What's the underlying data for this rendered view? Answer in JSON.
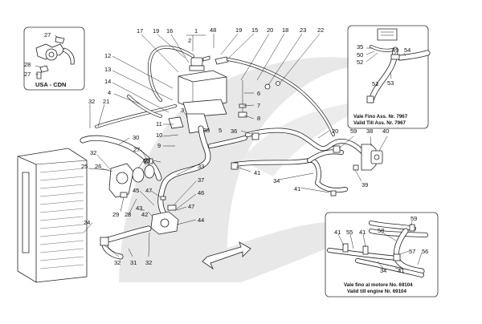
{
  "main_labels": [
    {
      "id": "c1",
      "text": "1"
    },
    {
      "id": "c2",
      "text": "2"
    },
    {
      "id": "c17",
      "text": "17"
    },
    {
      "id": "c19a",
      "text": "19"
    },
    {
      "id": "c16",
      "text": "16"
    },
    {
      "id": "c48",
      "text": "48"
    },
    {
      "id": "c19b",
      "text": "19"
    },
    {
      "id": "c15",
      "text": "15"
    },
    {
      "id": "c20a",
      "text": "20"
    },
    {
      "id": "c18",
      "text": "18"
    },
    {
      "id": "c23",
      "text": "23"
    },
    {
      "id": "c22",
      "text": "22"
    },
    {
      "id": "c12",
      "text": "12"
    },
    {
      "id": "c13",
      "text": "13"
    },
    {
      "id": "c14",
      "text": "14"
    },
    {
      "id": "c4",
      "text": "4"
    },
    {
      "id": "c32a",
      "text": "32"
    },
    {
      "id": "c21",
      "text": "21"
    },
    {
      "id": "c6",
      "text": "6"
    },
    {
      "id": "c7",
      "text": "7"
    },
    {
      "id": "c8",
      "text": "8"
    },
    {
      "id": "c3",
      "text": "3"
    },
    {
      "id": "c11",
      "text": "11"
    },
    {
      "id": "c35",
      "text": "35"
    },
    {
      "id": "c5",
      "text": "5"
    },
    {
      "id": "c36",
      "text": "36"
    },
    {
      "id": "c20b",
      "text": "20"
    },
    {
      "id": "c59",
      "text": "59"
    },
    {
      "id": "c38",
      "text": "38"
    },
    {
      "id": "c40",
      "text": "40"
    },
    {
      "id": "c10",
      "text": "10"
    },
    {
      "id": "c9",
      "text": "9"
    },
    {
      "id": "c30",
      "text": "30"
    },
    {
      "id": "c27",
      "text": "27"
    },
    {
      "id": "c28a",
      "text": "28"
    },
    {
      "id": "c32b",
      "text": "32"
    },
    {
      "id": "c60",
      "text": "60"
    },
    {
      "id": "c25",
      "text": "25"
    },
    {
      "id": "c26",
      "text": "26"
    },
    {
      "id": "c33",
      "text": "33"
    },
    {
      "id": "c41a",
      "text": "41"
    },
    {
      "id": "c34",
      "text": "34"
    },
    {
      "id": "c41b",
      "text": "41"
    },
    {
      "id": "c39",
      "text": "39"
    },
    {
      "id": "c37",
      "text": "37"
    },
    {
      "id": "c45",
      "text": "45"
    },
    {
      "id": "c47a",
      "text": "47"
    },
    {
      "id": "c46",
      "text": "46"
    },
    {
      "id": "c47b",
      "text": "47"
    },
    {
      "id": "c29",
      "text": "29"
    },
    {
      "id": "c28b",
      "text": "28"
    },
    {
      "id": "c42",
      "text": "42"
    },
    {
      "id": "c43",
      "text": "43"
    },
    {
      "id": "c44",
      "text": "44"
    },
    {
      "id": "c24",
      "text": "24"
    },
    {
      "id": "c32c",
      "text": "32"
    },
    {
      "id": "c31",
      "text": "31"
    },
    {
      "id": "c32d",
      "text": "32"
    }
  ],
  "inset_usa": {
    "title": "USA - CDN",
    "labels": [
      {
        "id": "u27a",
        "text": "27"
      },
      {
        "id": "u28",
        "text": "28"
      },
      {
        "id": "u27b",
        "text": "27"
      }
    ]
  },
  "inset_top_right": {
    "labels": [
      {
        "id": "t35",
        "text": "35"
      },
      {
        "id": "t50",
        "text": "50"
      },
      {
        "id": "t52",
        "text": "52"
      },
      {
        "id": "t49",
        "text": "49"
      },
      {
        "id": "t54",
        "text": "54"
      },
      {
        "id": "t51",
        "text": "51"
      },
      {
        "id": "t53",
        "text": "53"
      }
    ],
    "caption_line1": "Vale Fino Ass. Nr. 7967",
    "caption_line2": "Valid Till Ass. Nr. 7967"
  },
  "inset_bottom_right": {
    "labels": [
      {
        "id": "b59",
        "text": "59"
      },
      {
        "id": "b41a",
        "text": "41"
      },
      {
        "id": "b55",
        "text": "55"
      },
      {
        "id": "b41b",
        "text": "41"
      },
      {
        "id": "b58",
        "text": "58"
      },
      {
        "id": "b57",
        "text": "57"
      },
      {
        "id": "b56",
        "text": "56"
      },
      {
        "id": "b34",
        "text": "34"
      },
      {
        "id": "b41c",
        "text": "41"
      }
    ],
    "caption_line1": "Vale fino al motore No. 69104",
    "caption_line2": "Valid till engine Nr. 69104"
  },
  "colors": {
    "watermark": "#e6e6e6",
    "line": "#222222",
    "background": "#ffffff"
  }
}
